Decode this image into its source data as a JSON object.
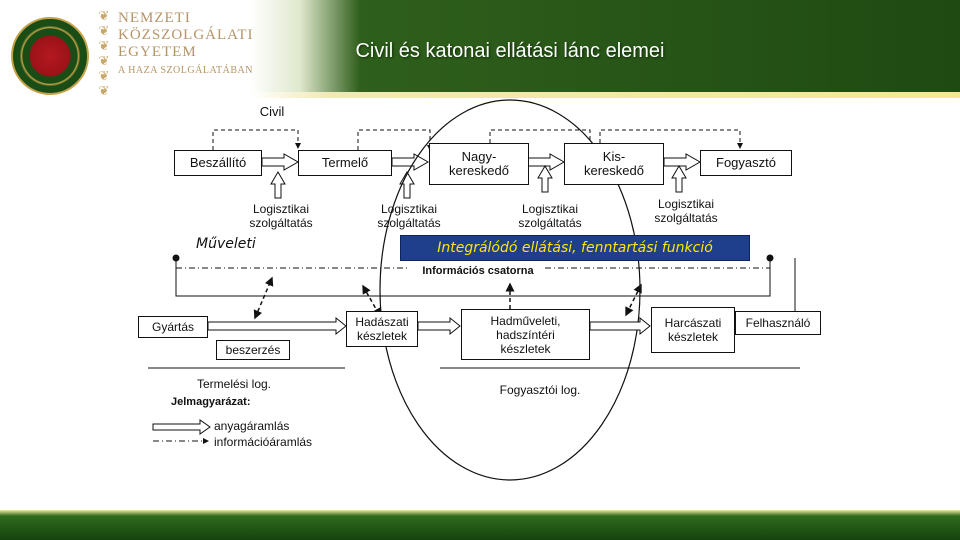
{
  "header": {
    "title": "Civil és katonai ellátási lánc elemei",
    "logo": {
      "seal_icon": "university-seal",
      "line1": "NEMZETI",
      "line2": "KÖZSZOLGÁLATI",
      "line3": "EGYETEM",
      "line4": "A HAZA SZOLGÁLATÁBAN"
    }
  },
  "diagram": {
    "civil_label": "Civil",
    "civil_row": [
      "Beszállító",
      "Termelő",
      "Nagy-\nkereskedő",
      "Kis-\nkereskedő",
      "Fogyasztó"
    ],
    "service_labels": [
      "Logisztikai\nszolgáltatás",
      "Logisztikai\nszolgáltatás",
      "Logisztikai\nszolgáltatás",
      "Logisztikai\nszolgáltatás"
    ],
    "muveleti_label": "Műveleti",
    "banner": "Integrálódó ellátási, fenntartási funkció",
    "info_channel": "Információs csatorna",
    "military_row": [
      "Gyártás",
      "Hadászati\nkészletek",
      "Hadműveleti,\nhadszíntéri\nkészletek",
      "Harcászati\nkészletek",
      "Felhasználó"
    ],
    "beszerzes": "beszerzés",
    "production_log": "Termelési log.",
    "consumer_log": "Fogyasztói log.",
    "legend": {
      "title": "Jelmagyarázat:",
      "material_flow": "anyagáramlás",
      "info_flow": "információáramlás"
    }
  },
  "colors": {
    "header_green": "#1f4a12",
    "banner_blue": "#1f3f8c",
    "banner_text": "#ffe600",
    "gold": "#b59466"
  }
}
